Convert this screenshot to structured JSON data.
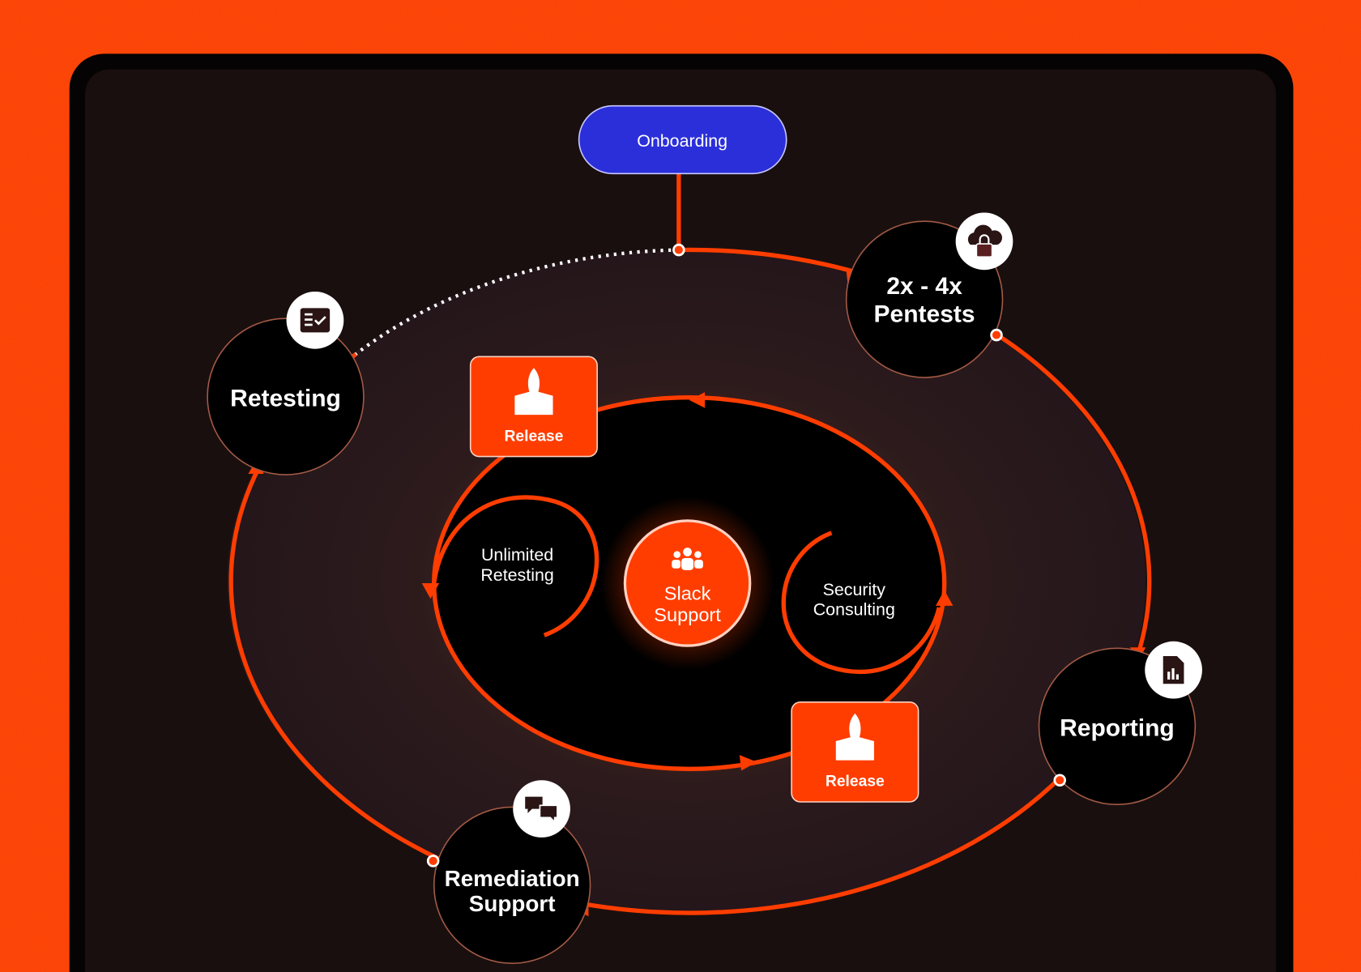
{
  "onboarding": {
    "label": "Onboarding"
  },
  "stages": {
    "pentests": {
      "line1": "2x - 4x",
      "line2": "Pentests",
      "icon": "cloud-lock-icon"
    },
    "reporting": {
      "label": "Reporting",
      "icon": "report-chart-icon"
    },
    "remediation": {
      "line1": "Remediation",
      "line2": "Support",
      "icon": "chat-bubbles-icon"
    },
    "retesting": {
      "label": "Retesting",
      "icon": "checklist-icon"
    }
  },
  "inner": {
    "release_top": {
      "label": "Release",
      "icon": "rocket-box-icon"
    },
    "release_bottom": {
      "label": "Release",
      "icon": "rocket-box-icon"
    },
    "unlimited": {
      "line1": "Unlimited",
      "line2": "Retesting"
    },
    "consulting": {
      "line1": "Security",
      "line2": "Consulting"
    },
    "slack": {
      "line1": "Slack",
      "line2": "Support",
      "icon": "team-icon"
    }
  },
  "colors": {
    "accent": "#ff3d00",
    "onboarding": "#2b2fd9",
    "panel": "#1a0f0f",
    "background": "#ff4000"
  }
}
